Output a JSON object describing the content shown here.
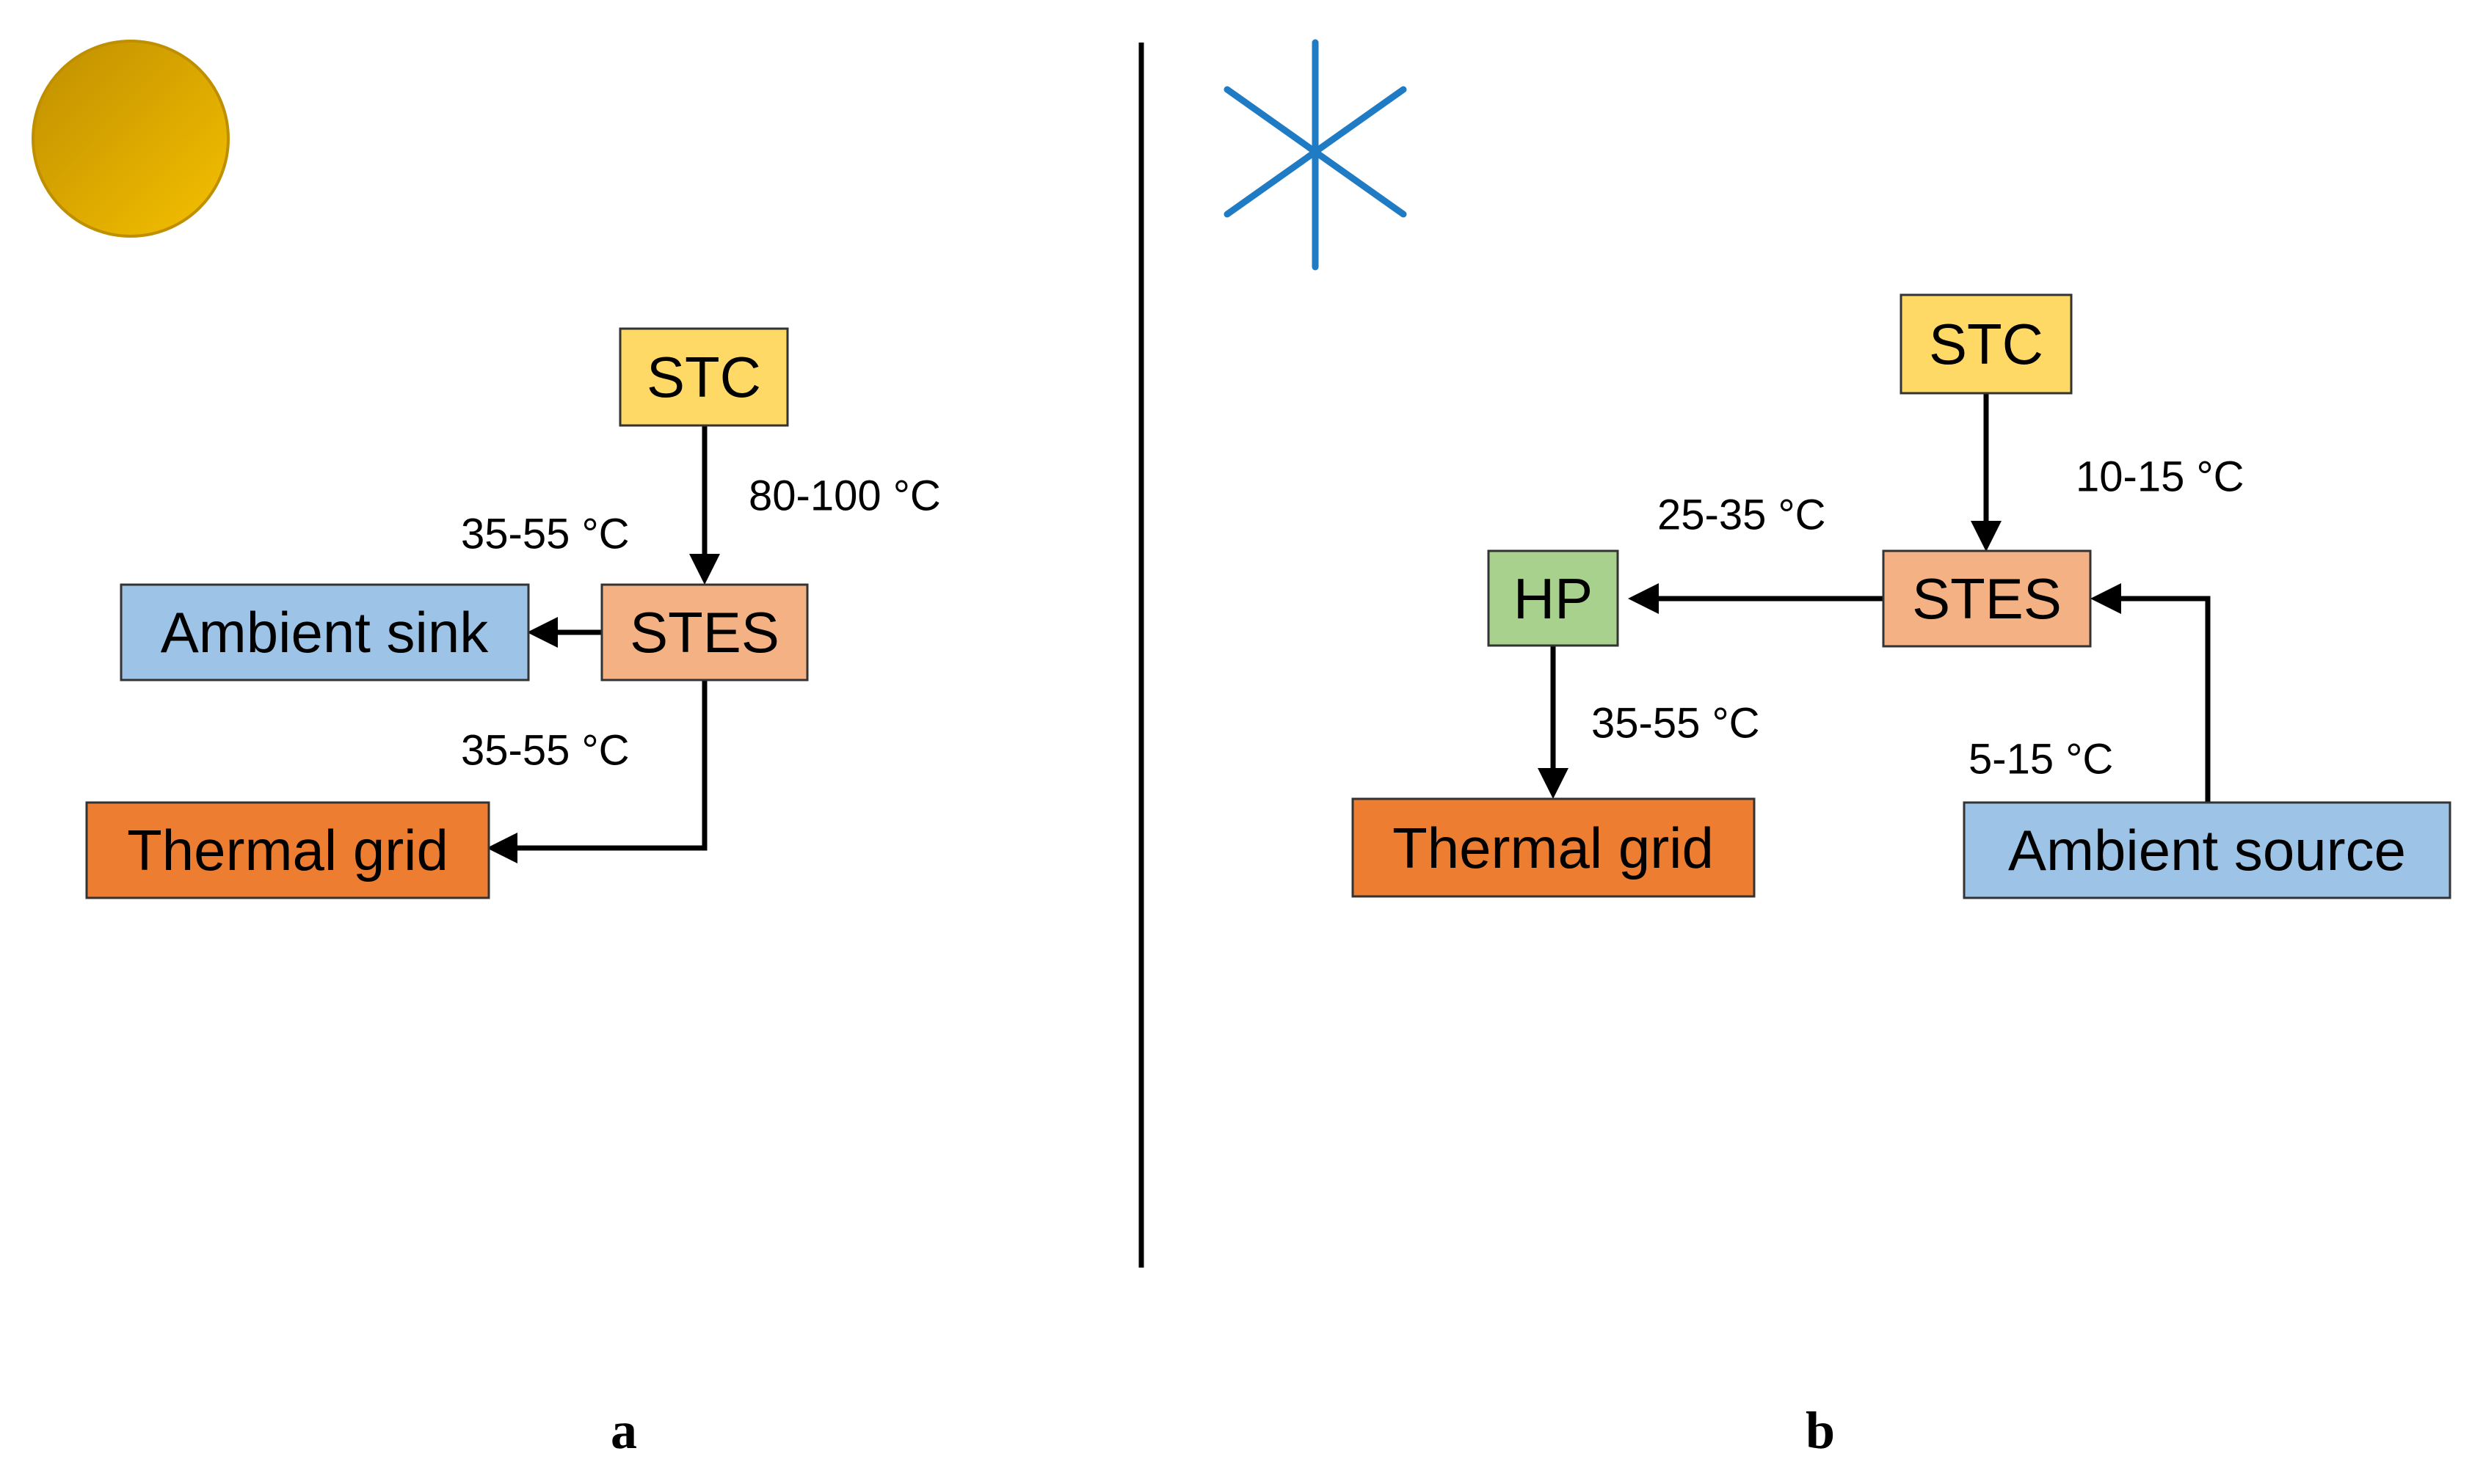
{
  "colors": {
    "stc": "#FFD966",
    "stes": "#F4B183",
    "ambient": "#9DC3E6",
    "grid": "#ED7D31",
    "hp": "#A9D18E",
    "sun_light": "#F5C000",
    "sun_dark": "#BF8F00",
    "snowflake": "#1F7BC4"
  },
  "icons": {
    "summer": "sun-icon",
    "winter": "snowflake-icon"
  },
  "panel_a": {
    "label": "a",
    "stc": "STC",
    "stes": "STES",
    "ambient_sink": "Ambient sink",
    "thermal_grid": "Thermal grid",
    "temp_stc_stes": "80-100 °C",
    "temp_stes_sink": "35-55 °C",
    "temp_stes_grid": "35-55 °C"
  },
  "panel_b": {
    "label": "b",
    "stc": "STC",
    "stes": "STES",
    "hp": "HP",
    "thermal_grid": "Thermal grid",
    "ambient_source": "Ambient source",
    "temp_stc_stes": "10-15 °C",
    "temp_stes_hp": "25-35 °C",
    "temp_hp_grid": "35-55 °C",
    "temp_source_stes": "5-15 °C"
  }
}
